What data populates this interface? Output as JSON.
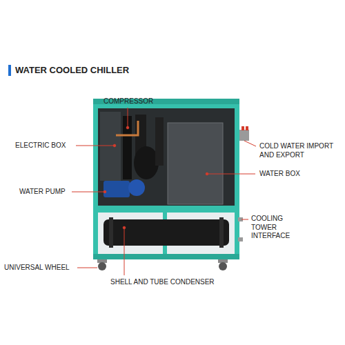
{
  "diagram": {
    "title": "WATER COOLED CHILLER",
    "labels": [
      "COMPRESSOR",
      "ELECTRIC BOX",
      "COLD WATER IMPORT AND EXPORT",
      "WATER BOX",
      "WATER PUMP",
      "COOLING TOWER INTERFACE",
      "UNIVERSAL WHEEL",
      "SHELL AND TUBE CONDENSER"
    ]
  }
}
